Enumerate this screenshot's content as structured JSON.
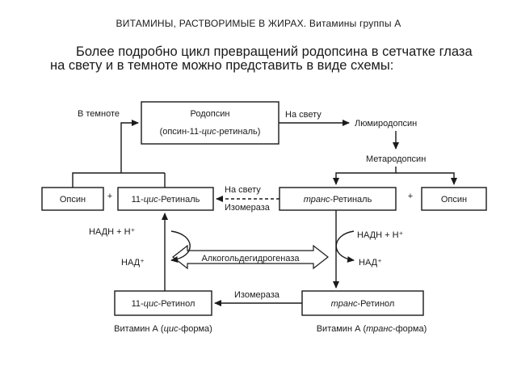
{
  "header": {
    "title": "ВИТАМИНЫ, РАСТВОРИМЫЕ В ЖИРАХ. Витамины группы А"
  },
  "intro": {
    "text": "Более подробно цикл превращений родопсина в сетчатке глаза на свету и в темноте можно представить в виде схемы:"
  },
  "diagram": {
    "rhodopsin": {
      "name": "Родопсин",
      "detail_prefix": "(опсин-11-",
      "detail_italic": "цис",
      "detail_suffix": "-ретиналь)"
    },
    "in_dark": "В темноте",
    "in_light_top": "На свету",
    "lumirhodopsin": "Люмиродопсин",
    "metarhodopsin": "Метародопсин",
    "opsin_left": "Опсин",
    "plus_left": "+",
    "cis_retinal": {
      "prefix": "11-",
      "italic": "цис",
      "suffix": "-Ретиналь"
    },
    "in_light_mid": "На свету",
    "isomerase_mid": "Изомераза",
    "trans_retinal": {
      "italic": "транс",
      "suffix": "-Ретиналь"
    },
    "plus_right": "+",
    "opsin_right": "Опсин",
    "nadh_left": "НАДН + Н⁺",
    "nad_left": "НАД⁺",
    "nadh_right": "НАДН + Н⁺",
    "nad_right": "НАД⁺",
    "enzyme": "Алкогольдегидрогеназа",
    "isomerase_bottom": "Изомераза",
    "cis_retinol": {
      "prefix": "11-",
      "italic": "цис",
      "suffix": "-Ретинол"
    },
    "trans_retinol": {
      "italic": "транс",
      "suffix": "-Ретинол"
    },
    "vitamin_cis": {
      "prefix": "Витамин А (",
      "italic": "цис",
      "suffix": "-форма)"
    },
    "vitamin_trans": {
      "prefix": "Витамин А (",
      "italic": "транс",
      "suffix": "-форма)"
    }
  }
}
